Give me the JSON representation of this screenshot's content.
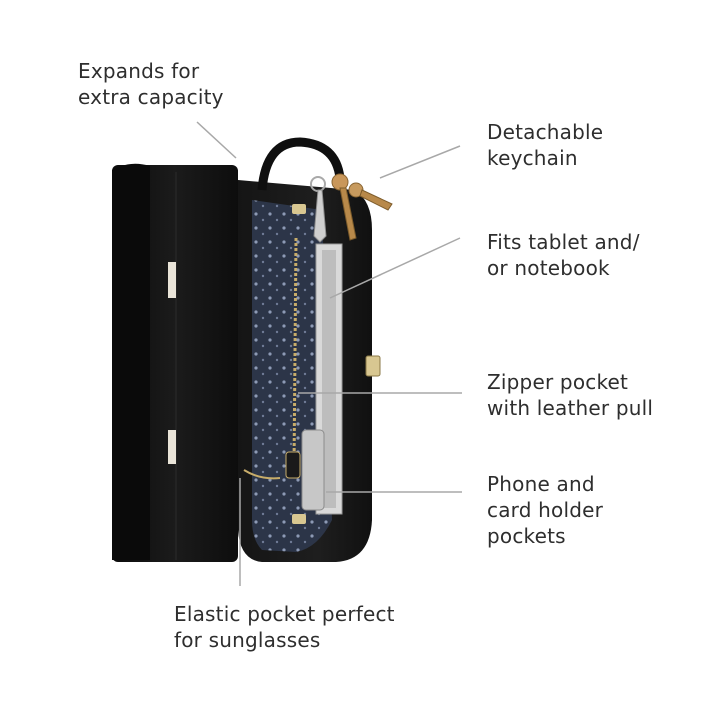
{
  "callouts": {
    "expands": [
      "Expands for",
      "extra capacity"
    ],
    "keychain": [
      "Detachable",
      "keychain"
    ],
    "tablet": [
      "Fits tablet and/",
      "or notebook"
    ],
    "zipper": [
      "Zipper pocket",
      "with leather pull"
    ],
    "phone": [
      "Phone and",
      "card holder",
      "pockets"
    ],
    "elastic": [
      "Elastic pocket perfect",
      "for sunglasses"
    ]
  },
  "colors": {
    "background": "#ffffff",
    "leather": "#121212",
    "lining": "#2c3548",
    "keys": "#b8894a",
    "leader_line": "#a8a8a8"
  }
}
